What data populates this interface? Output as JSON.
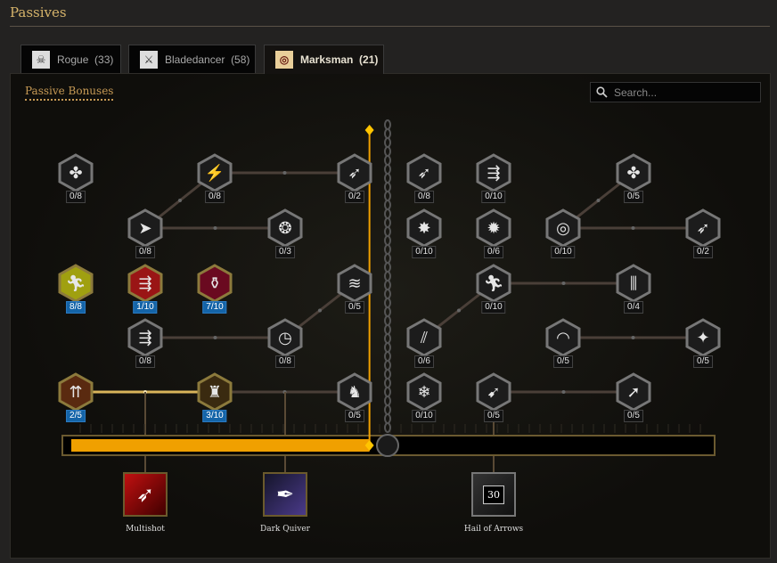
{
  "header": {
    "title": "Passives"
  },
  "tabs": [
    {
      "label": "Rogue",
      "count": "(33)",
      "icon": "rogue-icon"
    },
    {
      "label": "Bladedancer",
      "count": "(58)",
      "icon": "bladedancer-icon"
    },
    {
      "label": "Marksman",
      "count": "(21)",
      "icon": "marksman-icon",
      "active": true
    }
  ],
  "panel": {
    "passive_bonuses_label": "Passive Bonuses",
    "search_placeholder": "Search..."
  },
  "progress": {
    "fill_fraction": 0.47,
    "locked": true
  },
  "nodes": [
    {
      "rank": "0/8",
      "icon": "clover"
    },
    {
      "rank": "0/8",
      "icon": "lightning-arrows"
    },
    {
      "rank": "0/2",
      "icon": "triple-arrows"
    },
    {
      "rank": "0/8",
      "icon": "triple-arrows"
    },
    {
      "rank": "0/10",
      "icon": "bolts"
    },
    {
      "rank": "0/5",
      "icon": "clover"
    },
    {
      "rank": "0/8",
      "icon": "arrowhead"
    },
    {
      "rank": "0/3",
      "icon": "bubbles"
    },
    {
      "rank": "0/10",
      "icon": "arrow-burst"
    },
    {
      "rank": "0/6",
      "icon": "explosion"
    },
    {
      "rank": "0/10",
      "icon": "swirl"
    },
    {
      "rank": "0/2",
      "icon": "triple-arrows"
    },
    {
      "rank": "8/8",
      "icon": "runner",
      "active": true
    },
    {
      "rank": "1/10",
      "icon": "red-bolts",
      "active": true
    },
    {
      "rank": "7/10",
      "icon": "potion",
      "active": true
    },
    {
      "rank": "0/5",
      "icon": "wind"
    },
    {
      "rank": "0/10",
      "icon": "runner"
    },
    {
      "rank": "0/4",
      "icon": "rain"
    },
    {
      "rank": "0/8",
      "icon": "bolts"
    },
    {
      "rank": "0/8",
      "icon": "clock"
    },
    {
      "rank": "0/6",
      "icon": "slashes"
    },
    {
      "rank": "0/5",
      "icon": "arc"
    },
    {
      "rank": "0/5",
      "icon": "shield-wings"
    },
    {
      "rank": "2/5",
      "icon": "arrows-up",
      "active": true
    },
    {
      "rank": "3/10",
      "icon": "totem",
      "active": true
    },
    {
      "rank": "0/5",
      "icon": "bear"
    },
    {
      "rank": "0/10",
      "icon": "snowflakes"
    },
    {
      "rank": "0/5",
      "icon": "crossbow"
    },
    {
      "rank": "0/5",
      "icon": "spear"
    }
  ],
  "skills": [
    {
      "label": "Multishot",
      "icon": "multishot-icon"
    },
    {
      "label": "Dark Quiver",
      "icon": "dark-quiver-icon"
    },
    {
      "label": "Hail of Arrows",
      "icon": "hail-of-arrows-icon",
      "badge": "30"
    }
  ],
  "colors": {
    "gold": "#f0a000",
    "active_rank": "#1464a8",
    "title": "#d5b36a"
  }
}
